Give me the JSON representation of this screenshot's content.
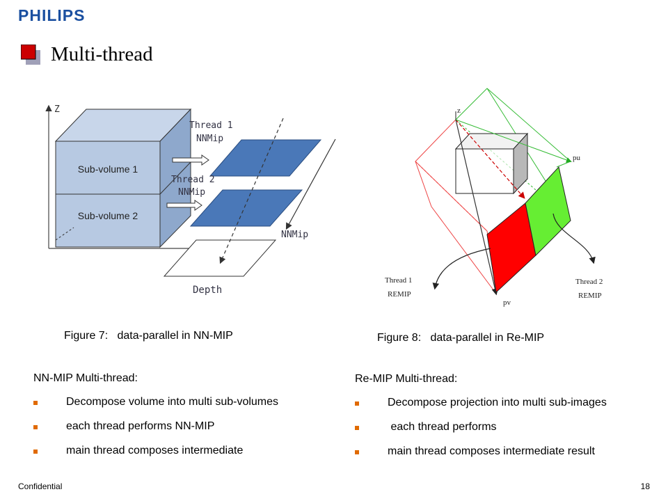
{
  "header": {
    "logo_text": "PHILIPS",
    "title": "Multi-thread"
  },
  "figure7": {
    "caption": "Figure 7:   data-parallel in NN-MIP",
    "labels": {
      "axis_z": "Z",
      "subvolume1": "Sub-volume 1",
      "subvolume2": "Sub-volume 2",
      "thread1_a": "Thread 1",
      "thread1_b": "NNMip",
      "thread2_a": "Thread 2",
      "thread2_b": "NNMip",
      "nnmip": "NNMip",
      "depth": "Depth"
    }
  },
  "figure8": {
    "caption": "Figure 8:   data-parallel in Re-MIP",
    "labels": {
      "axis_z": "z",
      "pu": "pu",
      "pv": "pv",
      "thread1_a": "Thread 1",
      "thread1_b": "REMIP",
      "thread2_a": "Thread 2",
      "thread2_b": "REMIP"
    }
  },
  "left_list": {
    "title": "NN-MIP Multi-thread:",
    "items": [
      "Decompose volume into multi sub-volumes",
      "each thread performs NN-MIP",
      "main thread composes intermediate"
    ]
  },
  "right_list": {
    "title": "Re-MIP Multi-thread:",
    "items": [
      "Decompose projection into multi sub-images",
      " each thread performs",
      "main thread composes intermediate result"
    ]
  },
  "footer": {
    "confidential": "Confidential",
    "page_number": "18"
  },
  "colors": {
    "brand_blue": "#1a4fa0",
    "bullet_orange": "#e06a00",
    "title_red": "#cc0000",
    "green": "#66ee33",
    "red": "#ff0000",
    "slab_blue": "#4a78b8"
  }
}
